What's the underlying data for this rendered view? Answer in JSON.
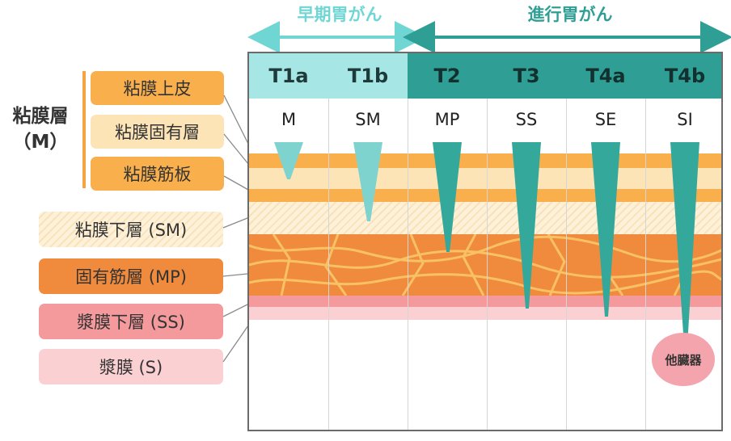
{
  "stages": {
    "early": "早期胃がん",
    "advanced": "進行胃がん"
  },
  "layers": {
    "mucosa_group": "粘膜層",
    "mucosa_group_abbr": "（M）",
    "epithelium": "粘膜上皮",
    "lamina_propria": "粘膜固有層",
    "muscularis_mucosae": "粘膜筋板",
    "submucosa": "粘膜下層 (SM)",
    "muscularis_propria": "固有筋層 (MP)",
    "subserosa": "漿膜下層 (SS)",
    "serosa": "漿膜 (S)"
  },
  "columns": [
    {
      "t": "T1a",
      "depth": "M"
    },
    {
      "t": "T1b",
      "depth": "SM"
    },
    {
      "t": "T2",
      "depth": "MP"
    },
    {
      "t": "T3",
      "depth": "SS"
    },
    {
      "t": "T4a",
      "depth": "SE"
    },
    {
      "t": "T4b",
      "depth": "SI"
    }
  ],
  "other_organ": "他臓器",
  "colors": {
    "early_teal": "#a6e7e5",
    "advanced_teal": "#2f9e95",
    "tumor": "#35a89c",
    "orange": "#f9b04c",
    "cream": "#fde4b6",
    "muscle": "#f08a3c",
    "pink": "#f4999c",
    "light_pink": "#fbd0d3"
  }
}
